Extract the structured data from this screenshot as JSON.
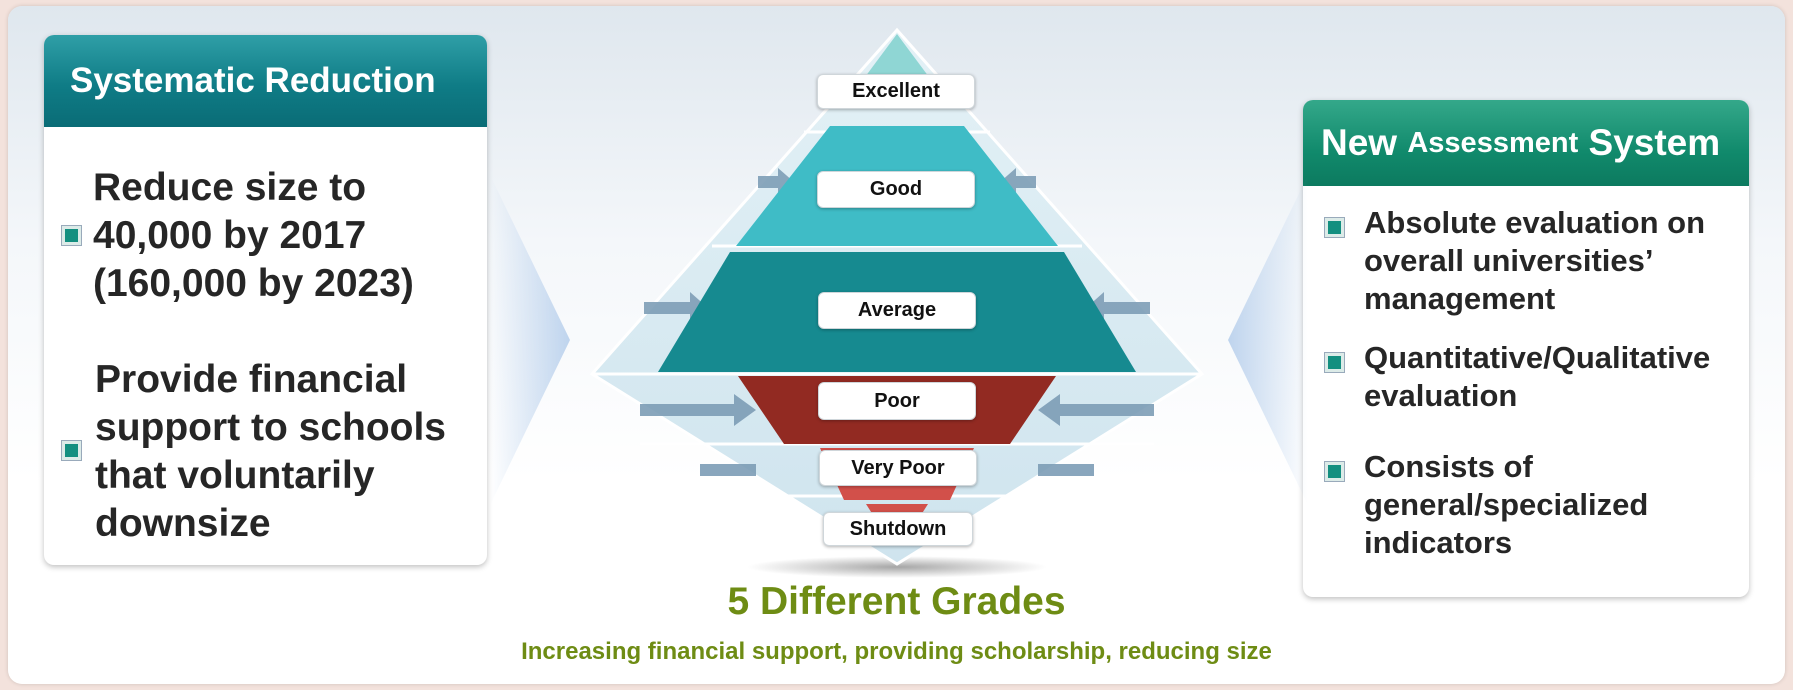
{
  "left_panel": {
    "title": "Systematic Reduction",
    "items": [
      {
        "lines": [
          "Reduce size to",
          "40,000 by 2017",
          "(160,000 by 2023)"
        ]
      },
      {
        "lines": [
          "Provide financial",
          "support to schools",
          "that voluntarily",
          "downsize"
        ]
      }
    ]
  },
  "right_panel": {
    "title_part1": "New",
    "title_part2": "Assessment",
    "title_part3": "System",
    "items": [
      {
        "lines": [
          "Absolute evaluation on",
          "overall universities’",
          "management"
        ]
      },
      {
        "lines": [
          "Quantitative/Qualitative",
          "evaluation"
        ]
      },
      {
        "lines": [
          "Consists of",
          "general/specialized",
          "indicators"
        ]
      }
    ]
  },
  "grades": [
    "Excellent",
    "Good",
    "Average",
    "Poor",
    "Very Poor",
    "Shutdown"
  ],
  "title": "5 Different Grades",
  "subtitle": "Increasing financial support, providing scholarship, reducing size",
  "colors": {
    "teal_light": "#8fd6d4",
    "teal_mid": "#3fbcc6",
    "teal_dark": "#168a90",
    "red_dark": "#922a22",
    "red_light": "#d2504a",
    "title_green": "#6e8c14"
  }
}
